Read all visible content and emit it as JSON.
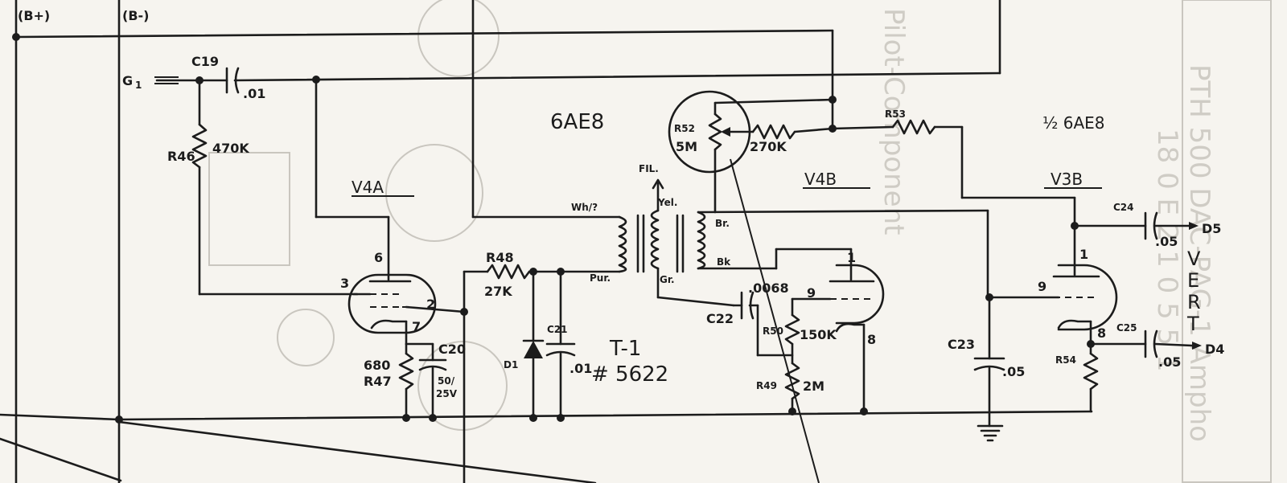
{
  "rails": {
    "b_plus": "(B+)",
    "b_minus": "(B-)"
  },
  "tube_labels": {
    "v4a": "V4A",
    "v4b": "V4B",
    "v3b": "V3B"
  },
  "tube_types": {
    "main": "6AE8",
    "half": "½ 6AE8"
  },
  "components": {
    "g1": "G",
    "g1_sub": "1",
    "c19": "C19",
    "c19_val": ".01",
    "r46": "R46",
    "r46_val": "470K",
    "r48": "R48",
    "r48_val": "27K",
    "r47": "R47",
    "r47_val": "680",
    "c20": "C20",
    "c20_val1": "50/",
    "c20_val2": "25V",
    "c21": "C21",
    "c21_val": ".01",
    "d1": "D1",
    "r52": "R52",
    "r52_val": "5M",
    "r_270k": "270K",
    "r53": "R53",
    "c22": "C22",
    "c22_val": ".0068",
    "r50": "R50",
    "r50_val": "150K",
    "r49": "R49",
    "r49_val": "2M",
    "c23": "C23",
    "c23_val": ".05",
    "c24": "C24",
    "c24_val": ".05",
    "c25": "C25",
    "c25_val": ".05",
    "r54": "R54",
    "t1": "T-1",
    "t1_num": "# 5622",
    "fil": "FIL.",
    "wht": "Wh/?",
    "pur": "Pur.",
    "yel": "Yel.",
    "grn": "Gr.",
    "brn": "Br.",
    "blk": "Bk",
    "d5": "D5",
    "d4": "D4"
  },
  "pins": {
    "v4a_plate": "6",
    "v4a_grid": "3",
    "v4a_screen": "2",
    "v4a_cathode": "7",
    "v4b_plate": "1",
    "v4b_grid": "9",
    "v4b_cathode": "8",
    "v3b_plate": "1",
    "v3b_grid": "9",
    "v3b_cathode": "8"
  },
  "side_label": [
    "V",
    "E",
    "R",
    "T"
  ]
}
